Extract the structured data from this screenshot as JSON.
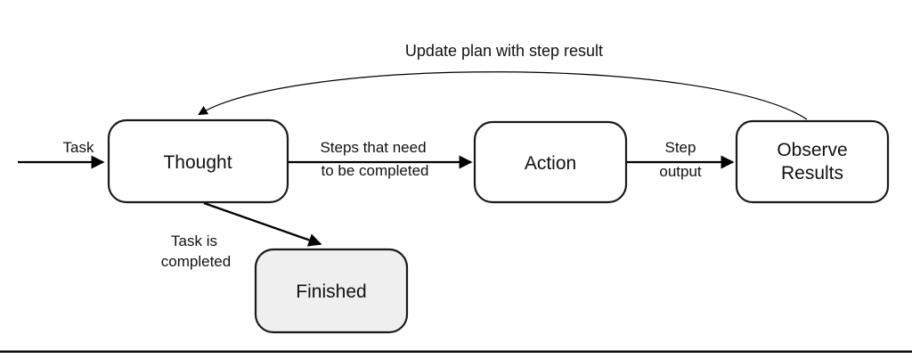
{
  "diagram": {
    "nodes": {
      "thought": {
        "label": "Thought"
      },
      "action": {
        "label": "Action"
      },
      "observe": {
        "label_line1": "Observe",
        "label_line2": "Results"
      },
      "finished": {
        "label": "Finished"
      }
    },
    "edges": {
      "task_in": {
        "label": "Task"
      },
      "thought_action": {
        "label_line1": "Steps that need",
        "label_line2": "to be completed"
      },
      "action_observe": {
        "label_line1": "Step",
        "label_line2": "output"
      },
      "observe_thought": {
        "label": "Update plan with step result"
      },
      "thought_finished": {
        "label_line1": "Task is",
        "label_line2": "completed"
      }
    },
    "colors": {
      "node_border": "#1a1a1a",
      "node_fill": "#ffffff",
      "finished_fill": "#efefef",
      "arrow": "#000000",
      "text": "#111111",
      "divider": "#000000"
    }
  }
}
